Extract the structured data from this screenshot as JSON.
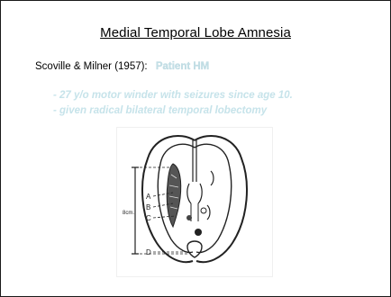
{
  "slide": {
    "title": "Medial Temporal Lobe Amnesia",
    "citation": "Scoville & Milner (1957):",
    "patient": "Patient HM",
    "bullets": [
      "- 27 y/o motor winder with seizures since age 10.",
      "- given radical bilateral temporal lobectomy"
    ]
  },
  "figure": {
    "labels": [
      "A",
      "B",
      "C",
      "D"
    ],
    "measure_label": "8cm."
  },
  "colors": {
    "bullet_text": "#c6e3ea",
    "patient_text": "#c3dfe6",
    "border": "#1a1a1a"
  }
}
